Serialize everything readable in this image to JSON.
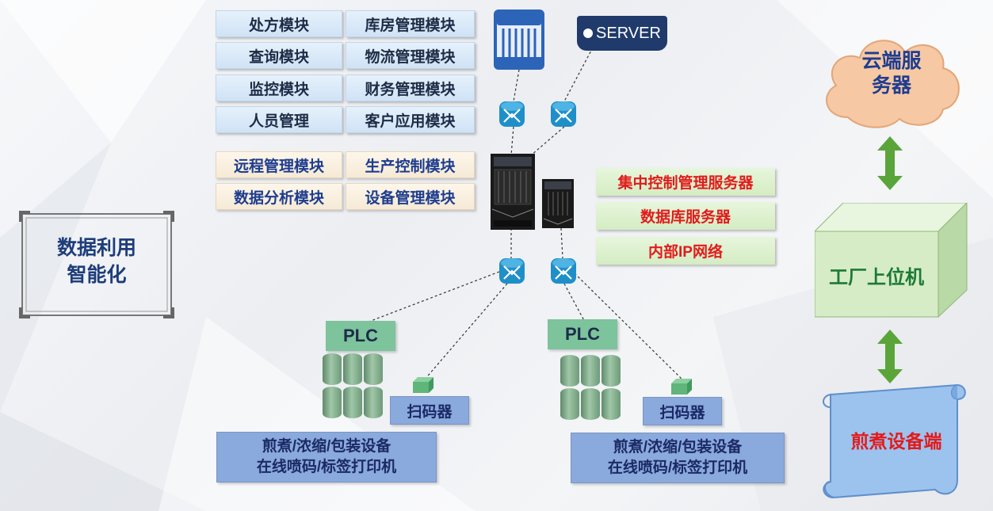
{
  "modules_blue": [
    [
      "处方模块",
      "库房管理模块"
    ],
    [
      "查询模块",
      "物流管理模块"
    ],
    [
      "监控模块",
      "财务管理模块"
    ],
    [
      "人员管理",
      "客户应用模块"
    ]
  ],
  "modules_beige": [
    [
      "远程管理模块",
      "生产控制模块"
    ],
    [
      "数据分析模块",
      "设备管理模块"
    ]
  ],
  "server_badge": "SERVER",
  "server_labels": [
    "集中控制管理服务器",
    "数据库服务器",
    "内部IP网络"
  ],
  "frame_title": "数据利用\n智能化",
  "cloud": "云端服\n务器",
  "factory": "工厂上位机",
  "scroll": "煎煮设备端",
  "plc_left": "PLC",
  "plc_right": "PLC",
  "scanner_left": "扫码器",
  "scanner_right": "扫码器",
  "equip_left": [
    "煎煮/浓缩/包装设备",
    "在线喷码/标签打印机"
  ],
  "equip_right": [
    "煎煮/浓缩/包装设备",
    "在线喷码/标签打印机"
  ],
  "colors": {
    "switch": "#1f8fc9",
    "arrow": "#5aa53a",
    "cloud": "#f6c8a4",
    "factory": "#d6ecc6"
  }
}
